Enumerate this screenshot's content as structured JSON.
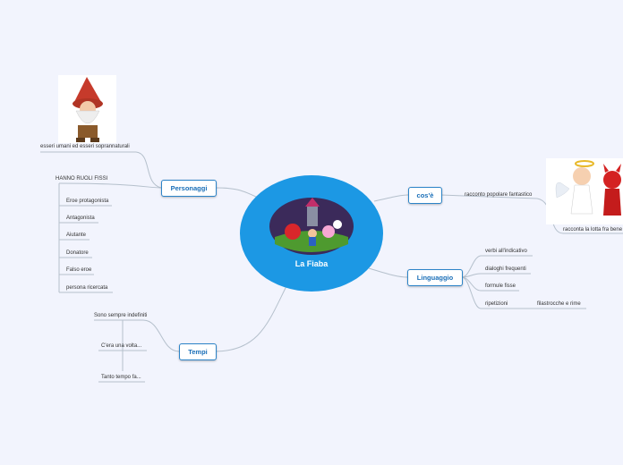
{
  "central": {
    "title": "La Fiaba",
    "image_icon": "fairy-tale-illustration"
  },
  "branches": {
    "personaggi": {
      "label": "Personaggi",
      "image_label": "esseri umani ed esseri soprannaturali",
      "image_icon": "gnome-illustration",
      "fixed_roles_header": "HANNO RUOLI FISSI",
      "roles": [
        "Eroe protagonista",
        "Antagonista",
        "Aiutante",
        "Donatore",
        "Falso eroe",
        "persona ricercata"
      ]
    },
    "tempi": {
      "label": "Tempi",
      "child": "Sono sempre indefiniti",
      "examples": [
        "C'era una volta...",
        "Tanto tempo fa..."
      ]
    },
    "cose": {
      "label": "cos'è",
      "child": "racconto popolare fantastico",
      "image_label": "racconta la lotta fra bene e male",
      "image_icon": "angel-and-devil-illustration"
    },
    "linguaggio": {
      "label": "Linguaggio",
      "items": [
        "verbi all'indicativo",
        "dialoghi frequenti",
        "formule fisse",
        "ripetizioni"
      ],
      "sub_item": "filastrocche e rime"
    }
  }
}
